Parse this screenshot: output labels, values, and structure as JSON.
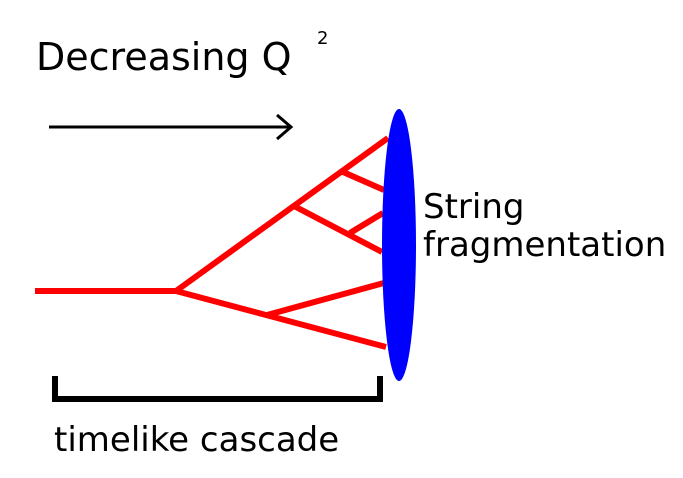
{
  "title": {
    "text": "Decreasing Q",
    "superscript": "2"
  },
  "string_label": {
    "line1": "String",
    "line2": "fragmentation"
  },
  "cascade_label": "timelike cascade",
  "colors": {
    "branch": "#ff0000",
    "ellipse": "#0000ff",
    "ink": "#000000",
    "background": "#ffffff"
  }
}
